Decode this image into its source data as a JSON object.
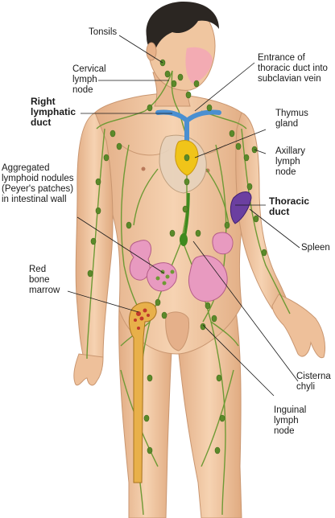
{
  "labels": {
    "tonsils": "Tonsils",
    "cervical": [
      "Cervical",
      "lymph",
      "node"
    ],
    "right_duct": [
      "Right",
      "lymphatic",
      "duct"
    ],
    "aggregated": [
      "Aggregated",
      "lymphoid nodules",
      "(Peyer's patches)",
      "in intestinal wall"
    ],
    "red_marrow": [
      "Red",
      "bone",
      "marrow"
    ],
    "entrance": [
      "Entrance of",
      "thoracic duct into",
      "subclavian vein"
    ],
    "thymus": [
      "Thymus",
      "gland"
    ],
    "axillary": [
      "Axillary",
      "lymph",
      "node"
    ],
    "thoracic": [
      "Thoracic",
      "duct"
    ],
    "spleen": "Spleen",
    "cisterna": [
      "Cisterna",
      "chyli"
    ],
    "inguinal": [
      "Inguinal",
      "lymph",
      "node"
    ]
  },
  "colors": {
    "skin": "#f2c9a4",
    "skin_shadow": "#d9a47c",
    "hair": "#2b2622",
    "lymph": "#6e9a35",
    "node": "#5b8a2a",
    "vein": "#4a8fd1",
    "thymus": "#f0c419",
    "spleen": "#6b3fa0",
    "intestine": "#e89ac0",
    "marrow_bone": "#e8b04a",
    "marrow_red": "#c0392b"
  }
}
